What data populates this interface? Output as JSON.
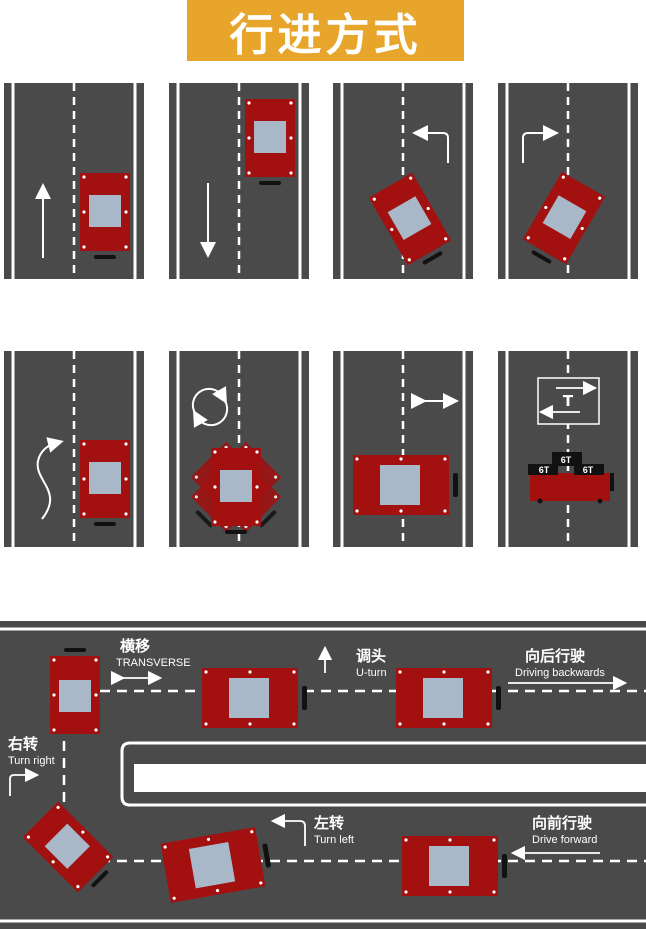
{
  "title": "行进方式",
  "colors": {
    "banner": "#e8a52b",
    "road": "#4a4a4a",
    "vehicle": "#a31010",
    "cab": "#a8b8c8",
    "marking": "#ffffff"
  },
  "panels": [
    {
      "icon": "arrow-up-icon"
    },
    {
      "icon": "arrow-down-icon"
    },
    {
      "icon": "turn-left-arrow-icon"
    },
    {
      "icon": "turn-right-arrow-icon"
    },
    {
      "icon": "curve-arrow-icon"
    },
    {
      "icon": "rotate-arrows-icon"
    },
    {
      "icon": "double-arrow-horizontal-icon"
    },
    {
      "icon": "transfer-arrows-icon",
      "sign_text": "T",
      "loads": [
        "6T",
        "6T",
        "6T"
      ]
    }
  ],
  "track": {
    "transverse": {
      "cn": "横移",
      "en": "TRANSVERSE"
    },
    "uturn": {
      "cn": "调头",
      "en": "U-turn"
    },
    "backward": {
      "cn": "向后行驶",
      "en": "Driving backwards"
    },
    "turn_right": {
      "cn": "右转",
      "en": "Turn right"
    },
    "turn_left": {
      "cn": "左转",
      "en": "Turn left"
    },
    "forward": {
      "cn": "向前行驶",
      "en": "Drive forward"
    }
  }
}
